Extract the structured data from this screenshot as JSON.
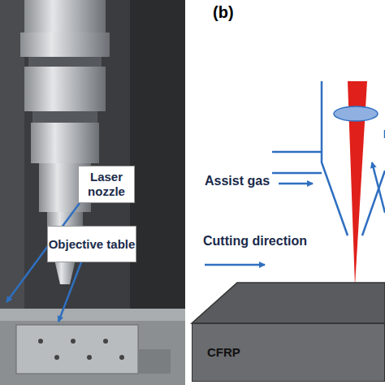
{
  "diagram": {
    "nodes": [
      {
        "text": [
          "Laser nozzle"
        ]
      },
      {
        "text": [
          "Objective table"
        ]
      },
      {
        "text": [
          "CFRP"
        ]
      }
    ],
    "labels": [
      "(b)",
      "Assist gas",
      "Cutting direction"
    ]
  }
}
